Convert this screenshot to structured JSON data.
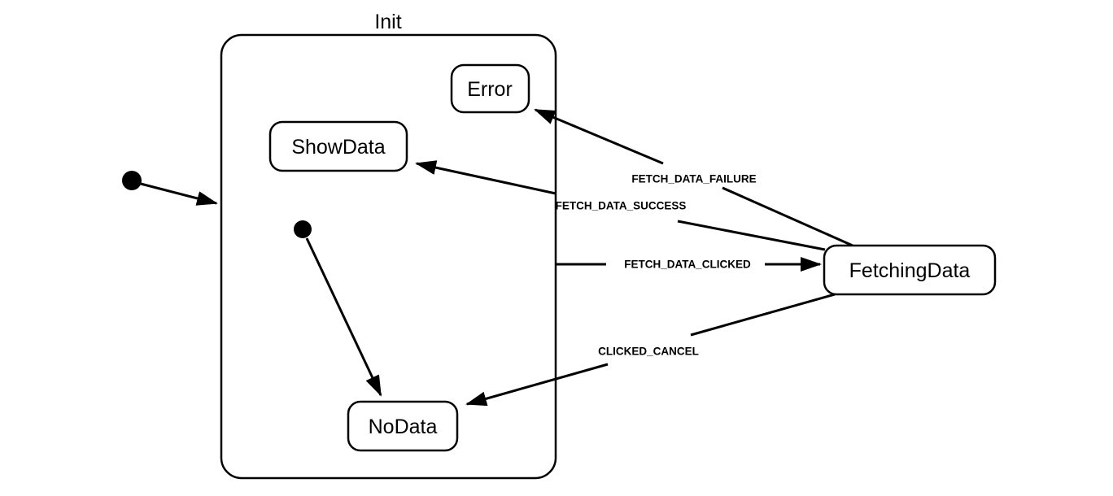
{
  "diagram": {
    "type": "statechart",
    "background_color": "#ffffff",
    "stroke_color": "#000000",
    "container": {
      "label": "Init"
    },
    "states": [
      {
        "id": "error",
        "label": "Error"
      },
      {
        "id": "showdata",
        "label": "ShowData"
      },
      {
        "id": "nodata",
        "label": "NoData"
      },
      {
        "id": "fetchingdata",
        "label": "FetchingData"
      }
    ],
    "initial_markers": [
      {
        "id": "outer",
        "points_to": "Init"
      },
      {
        "id": "inner",
        "points_to": "NoData"
      }
    ],
    "transitions": [
      {
        "label": "FETCH_DATA_FAILURE",
        "from": "FetchingData",
        "to": "Error"
      },
      {
        "label": "FETCH_DATA_SUCCESS",
        "from": "FetchingData",
        "to": "ShowData"
      },
      {
        "label": "FETCH_DATA_CLICKED",
        "from": "Init",
        "to": "FetchingData"
      },
      {
        "label": "CLICKED_CANCEL",
        "from": "FetchingData",
        "to": "NoData"
      }
    ]
  }
}
